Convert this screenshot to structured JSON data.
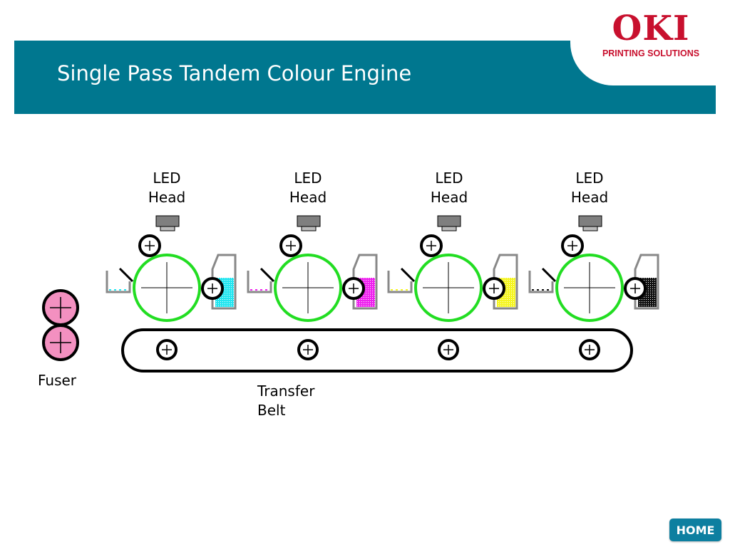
{
  "slide": {
    "title": "Single Pass Tandem Colour Engine",
    "home_label": "HOME"
  },
  "logo": {
    "name": "OKI",
    "tagline": "PRINTING SOLUTIONS",
    "color": "#c8102e"
  },
  "colors": {
    "header_band": "#00778f",
    "drum_ring": "#22dd22",
    "fuser": "#f390c0",
    "home_button": "#0d7fa0"
  },
  "diagram": {
    "units": [
      {
        "led_line1": "LED",
        "led_line2": "Head",
        "toner": "cyan",
        "toner_color": "#22e5f0"
      },
      {
        "led_line1": "LED",
        "led_line2": "Head",
        "toner": "magenta",
        "toner_color": "#ee22ee"
      },
      {
        "led_line1": "LED",
        "led_line2": "Head",
        "toner": "yellow",
        "toner_color": "#f5f522"
      },
      {
        "led_line1": "LED",
        "led_line2": "Head",
        "toner": "black",
        "toner_color": "#111111"
      }
    ],
    "fuser_label": "Fuser",
    "belt_label_line1": "Transfer",
    "belt_label_line2": "Belt"
  }
}
